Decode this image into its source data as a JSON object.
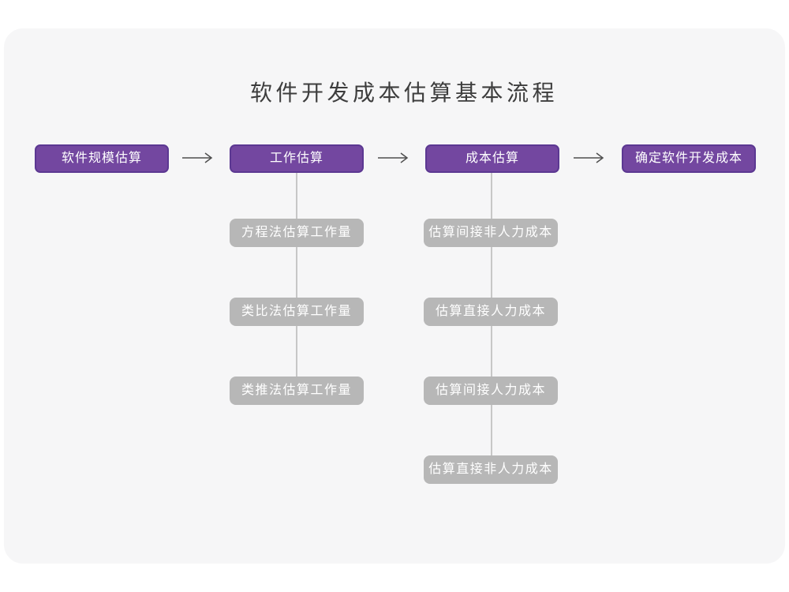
{
  "title": "软件开发成本估算基本流程",
  "flow": {
    "main_steps": [
      {
        "label": "软件规模估算"
      },
      {
        "label": "工作估算"
      },
      {
        "label": "成本估算"
      },
      {
        "label": "确定软件开发成本"
      }
    ],
    "effort_substeps": [
      "方程法估算工作量",
      "类比法估算工作量",
      "类推法估算工作量"
    ],
    "cost_substeps": [
      "估算间接非人力成本",
      "估算直接人力成本",
      "估算间接人力成本",
      "估算直接非人力成本"
    ]
  },
  "icons": {
    "step_connector": "arrow-right-icon"
  },
  "colors": {
    "page_background": "#ffffff",
    "card_background": "#f6f6f7",
    "step_fill": "#7347a0",
    "step_border": "#5c3892",
    "step_text": "#ffffff",
    "substep_fill": "#b7b7b7",
    "substep_text": "#ffffff",
    "connector_line": "#c7c7c7",
    "arrow_stroke": "#4f4f4f",
    "title_text": "#3d3d3d"
  }
}
